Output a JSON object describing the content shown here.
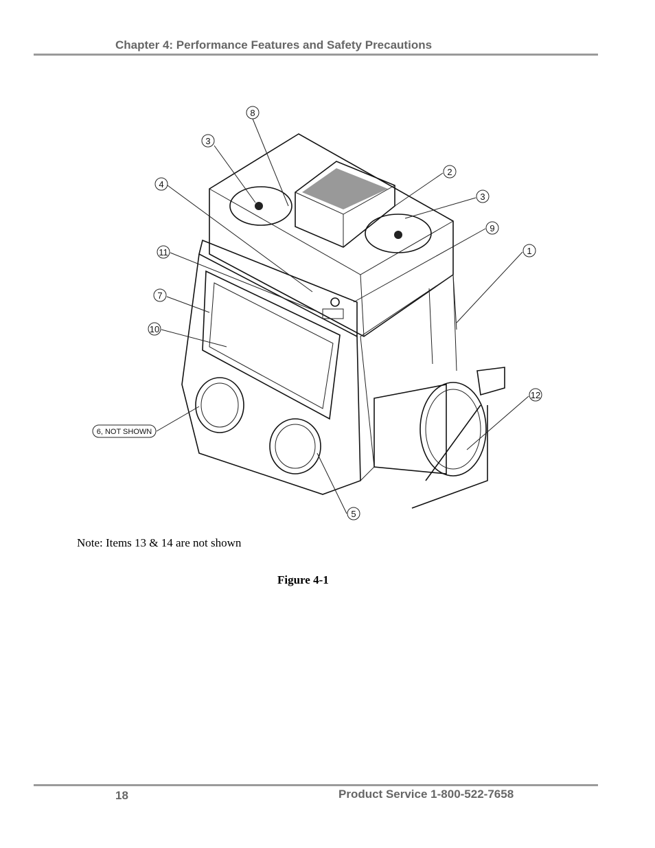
{
  "header": {
    "chapter_title": "Chapter 4: Performance Features and Safety Precautions"
  },
  "figure": {
    "callouts": [
      "8",
      "3",
      "4",
      "2",
      "3",
      "9",
      "11",
      "1",
      "7",
      "10",
      "12",
      "6, NOT SHOWN",
      "5"
    ],
    "note": "Note:  Items 13 & 14 are not shown",
    "caption": "Figure 4-1"
  },
  "footer": {
    "page_number": "18",
    "product_service": "Product Service 1-800-522-7658"
  }
}
